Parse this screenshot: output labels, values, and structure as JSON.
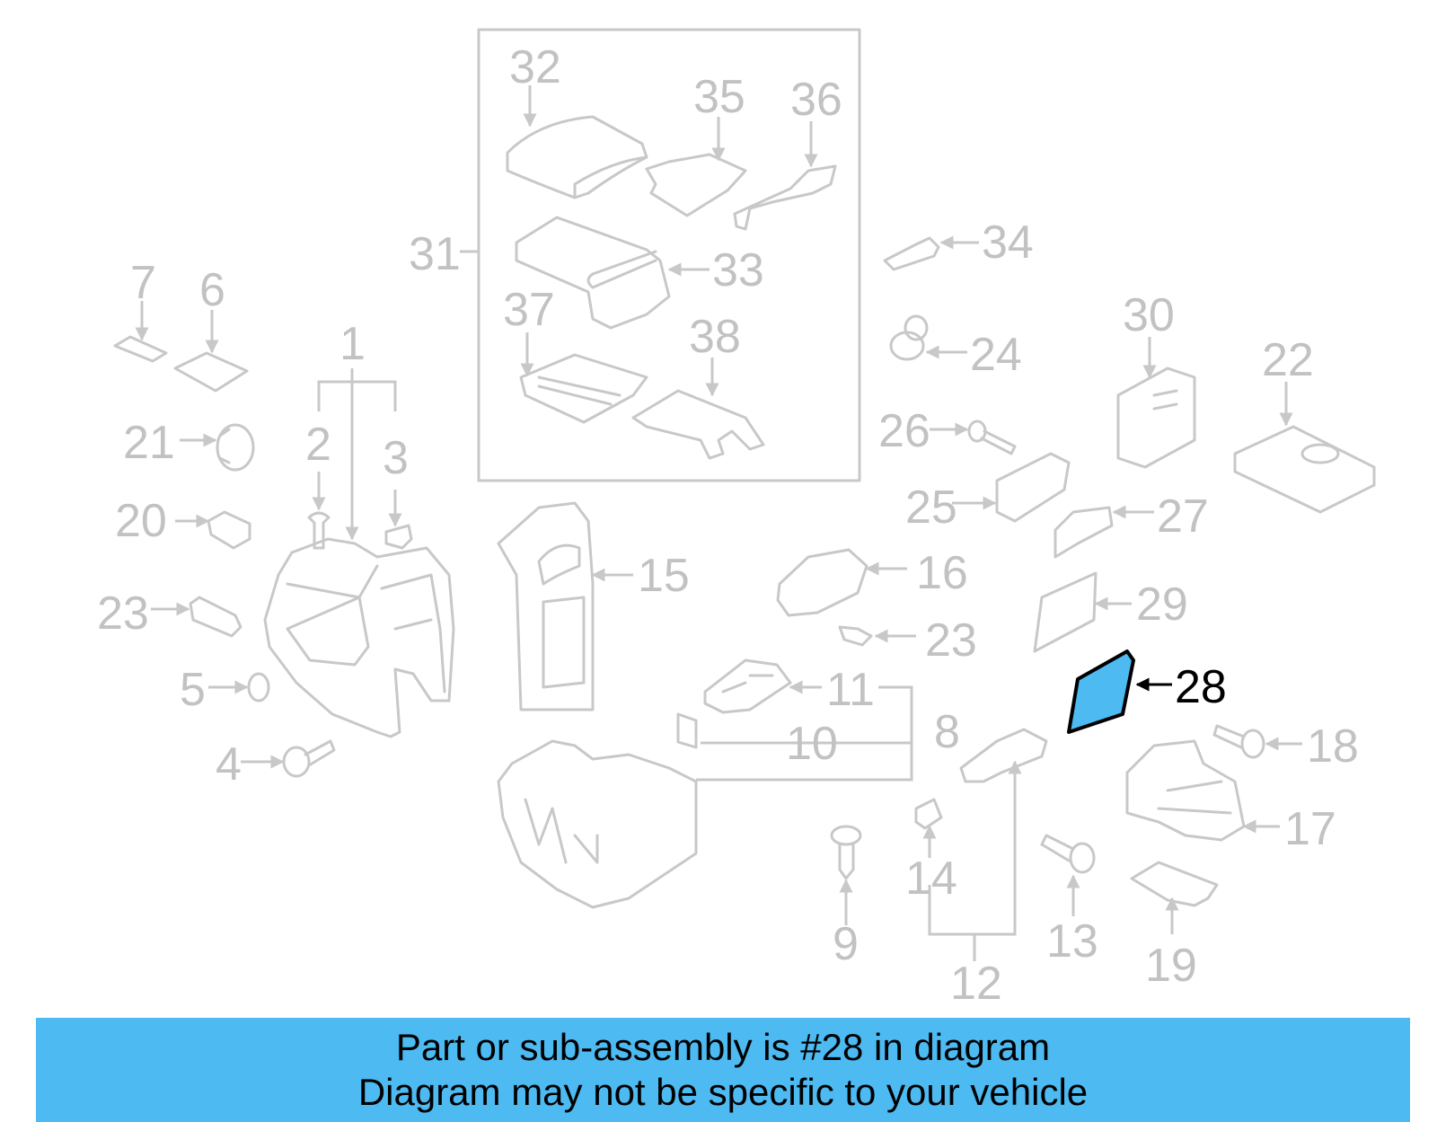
{
  "diagram": {
    "highlight_color": "#4dbaf2",
    "line_color": "#c8c8c8",
    "labels": {
      "p1": "1",
      "p2": "2",
      "p3": "3",
      "p4": "4",
      "p5": "5",
      "p6": "6",
      "p7": "7",
      "p8": "8",
      "p9": "9",
      "p10": "10",
      "p11": "11",
      "p12": "12",
      "p13": "13",
      "p14": "14",
      "p15": "15",
      "p16": "16",
      "p17": "17",
      "p18": "18",
      "p19": "19",
      "p20": "20",
      "p21": "21",
      "p22": "22",
      "p23a": "23",
      "p23b": "23",
      "p24": "24",
      "p25": "25",
      "p26": "26",
      "p27": "27",
      "p28": "28",
      "p29": "29",
      "p30": "30",
      "p31": "31",
      "p32": "32",
      "p33": "33",
      "p34": "34",
      "p35": "35",
      "p36": "36",
      "p37": "37",
      "p38": "38"
    }
  },
  "banner": {
    "line1": "Part or sub-assembly is #28 in diagram",
    "line2": "Diagram may not be specific to your vehicle",
    "background": "#4dbaf2"
  }
}
